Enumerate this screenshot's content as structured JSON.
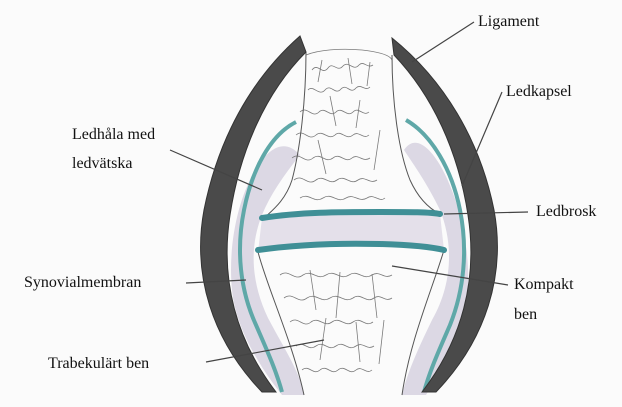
{
  "labels": {
    "ligament": "Ligament",
    "ledkapsel": "Ledkapsel",
    "ledhala_line1": "Ledhåla  med",
    "ledhala_line2": "ledvätska",
    "ledbrosk": "Ledbrosk",
    "synovialmembran": "Synovialmembran",
    "kompakt_line1": "Kompakt",
    "kompakt_line2": "ben",
    "trabekulart": "Trabekulärt ben"
  },
  "colors": {
    "capsule": "#4a4a4a",
    "synovial": "#5fa8a8",
    "cartilage": "#3f8f96",
    "cavity": "#dcd8e4",
    "bone_texture": "#777777",
    "leader": "#444444"
  }
}
